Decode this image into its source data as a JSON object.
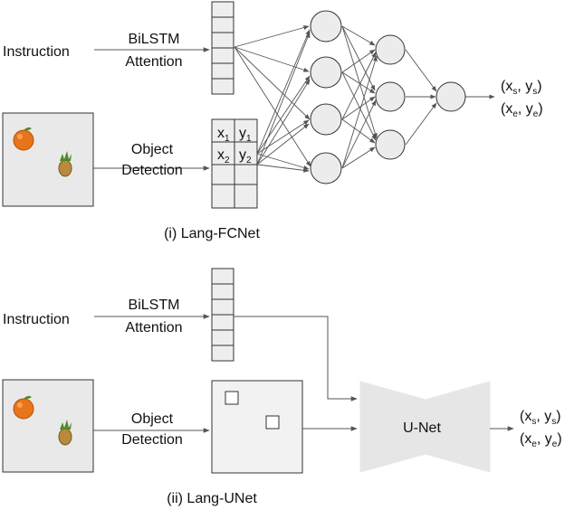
{
  "colors": {
    "panel_fill": "#e9e9e9",
    "node_fill": "#ececec",
    "unet_fill": "#e6e6e6",
    "line": "#555555",
    "orange": "#e8751a",
    "pineapple": "#b98a3c",
    "leaf": "#4f8a2a"
  },
  "top": {
    "instruction": "Instruction",
    "bilstm": "BiLSTM",
    "attention": "Attention",
    "object": "Object",
    "detection": "Detection",
    "table": {
      "x1": "x",
      "x1_sub": "1",
      "y1": "y",
      "y1_sub": "1",
      "x2": "x",
      "x2_sub": "2",
      "y2": "y",
      "y2_sub": "2"
    },
    "output": {
      "open1": "(x",
      "s_sub1": "s",
      "mid1": ", y",
      "s_sub2": "s",
      "close1": ")",
      "open2": "(x",
      "e_sub1": "e",
      "mid2": ", y",
      "e_sub2": "e",
      "close2": ")"
    },
    "caption": "(i) Lang-FCNet"
  },
  "bottom": {
    "instruction": "Instruction",
    "bilstm": "BiLSTM",
    "attention": "Attention",
    "object": "Object",
    "detection": "Detection",
    "unet": "U-Net",
    "output": {
      "open1": "(x",
      "s_sub1": "s",
      "mid1": ", y",
      "s_sub2": "s",
      "close1": ")",
      "open2": "(x",
      "e_sub1": "e",
      "mid2": ", y",
      "e_sub2": "e",
      "close2": ")"
    },
    "caption": "(ii) Lang-UNet"
  }
}
